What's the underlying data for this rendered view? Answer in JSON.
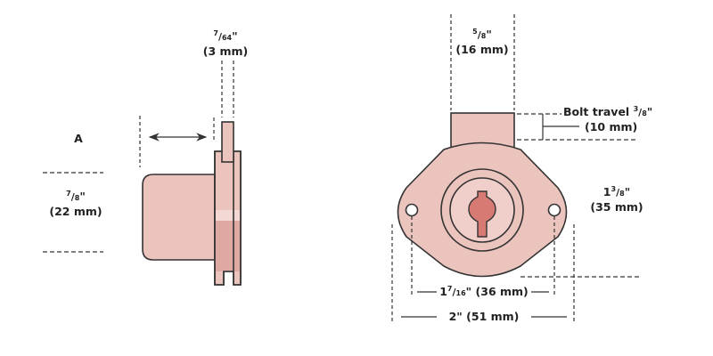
{
  "title": "Cam lock dimension diagram",
  "colors": {
    "body_fill": "#ecc4be",
    "body_fill_dark": "#dea9a3",
    "highlight_fill": "#f4d8d3",
    "keyway_fill": "#d77a73",
    "outline": "#333333",
    "dash": "#333333",
    "text": "#222222"
  },
  "side_view": {
    "label_a": "A",
    "flange_thickness": {
      "num": "7",
      "den": "64",
      "unit": "\"",
      "metric": "(3 mm)"
    },
    "body_height": {
      "num": "7",
      "den": "8",
      "unit": "\"",
      "metric": "(22 mm)"
    }
  },
  "front_view": {
    "bolt_width": {
      "num": "5",
      "den": "8",
      "unit": "\"",
      "metric": "(16 mm)"
    },
    "bolt_travel": {
      "prefix": "Bolt travel ",
      "num": "3",
      "den": "8",
      "unit": "\"",
      "metric": "(10 mm)"
    },
    "body_height": {
      "whole": "1",
      "num": "3",
      "den": "8",
      "unit": "\"",
      "metric": "(35 mm)"
    },
    "hole_spacing": {
      "whole": "1",
      "num": "7",
      "den": "16",
      "unit": "\"",
      "metric": "(36 mm)"
    },
    "overall_width": {
      "text": "2\"",
      "metric": "(51 mm)"
    }
  }
}
